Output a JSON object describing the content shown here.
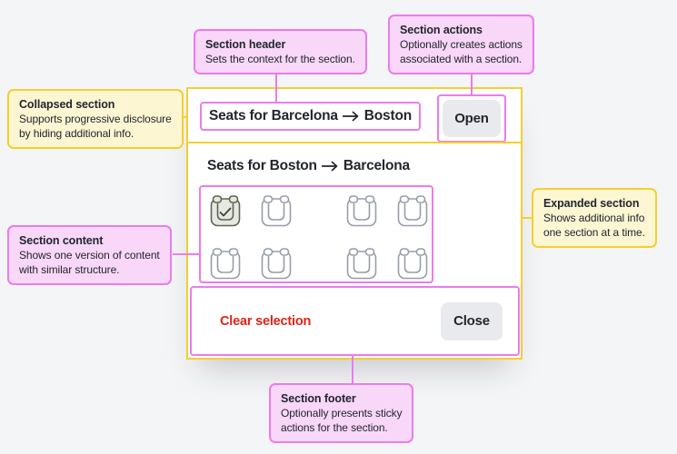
{
  "callouts": {
    "section_header": {
      "title": "Section header",
      "lines": [
        "Sets the context for the section."
      ]
    },
    "section_actions": {
      "title": "Section actions",
      "lines": [
        "Optionally creates actions",
        "associated with a section."
      ]
    },
    "collapsed_section": {
      "title": "Collapsed section",
      "lines": [
        "Supports progressive disclosure",
        "by hiding additional info."
      ]
    },
    "expanded_section": {
      "title": "Expanded section",
      "lines": [
        "Shows additional info",
        "one section at a time."
      ]
    },
    "section_content": {
      "title": "Section content",
      "lines": [
        "Shows one version of content",
        "with similar structure."
      ]
    },
    "section_footer": {
      "title": "Section footer",
      "lines": [
        "Optionally presents sticky",
        "actions for the section."
      ]
    }
  },
  "accordion": {
    "collapsed": {
      "title_left": "Seats for Barcelona",
      "title_right": "Boston",
      "action_label": "Open"
    },
    "expanded": {
      "title_left": "Seats for Boston",
      "title_right": "Barcelona",
      "aisle_after": 2,
      "seat_rows": [
        [
          "selected",
          "available",
          "available",
          "available"
        ],
        [
          "available",
          "available",
          "available",
          "available"
        ]
      ],
      "footer": {
        "clear_label": "Clear selection",
        "close_label": "Close"
      }
    }
  },
  "colors": {
    "background": "#f4f5f6",
    "card_background": "#ffffff",
    "highlight_pink": "#ec7bec",
    "callout_pink_fill": "#f8d7f8",
    "highlight_yellow": "#f4cf2f",
    "callout_yellow_fill": "#fcf6d3",
    "text_dark": "#23262e",
    "danger_red": "#df2317",
    "button_gray": "#e8eaed",
    "seat_outline": "#979daa",
    "seat_selected_fill": "#e6e8e2",
    "seat_selected_outline": "#5f6454"
  }
}
